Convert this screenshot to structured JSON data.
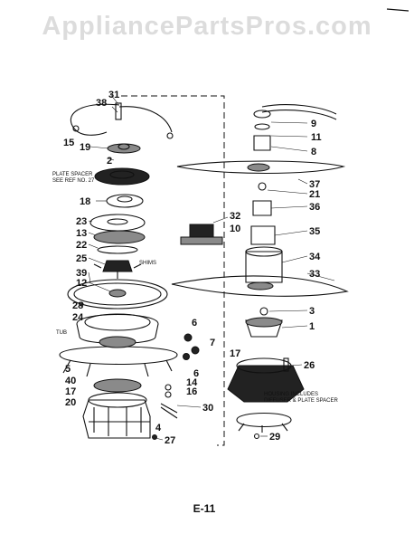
{
  "watermark": "AppliancePartsPros.com",
  "page_code": "E-11",
  "notes": {
    "plate_spacer_line1": "PLATE SPACER",
    "plate_spacer_line2": "SEE REF NO. 27",
    "shims": "SHIMS",
    "tub": "TUB",
    "housing_line1": "HOUSING INCLUDES",
    "housing_line2": "DIFFUSER & PLATE SPACER"
  },
  "callouts": [
    "31",
    "38",
    "15",
    "19",
    "2",
    "18",
    "23",
    "13",
    "22",
    "25",
    "39",
    "12",
    "28",
    "24",
    "5",
    "40",
    "17",
    "20",
    "6",
    "7",
    "6",
    "14",
    "16",
    "30",
    "4",
    "27",
    "9",
    "11",
    "8",
    "37",
    "21",
    "36",
    "32",
    "10",
    "35",
    "34",
    "33",
    "3",
    "1",
    "17",
    "26",
    "29"
  ],
  "colors": {
    "ink": "#111111",
    "watermark": "#dcdcdc",
    "paper": "#ffffff"
  }
}
